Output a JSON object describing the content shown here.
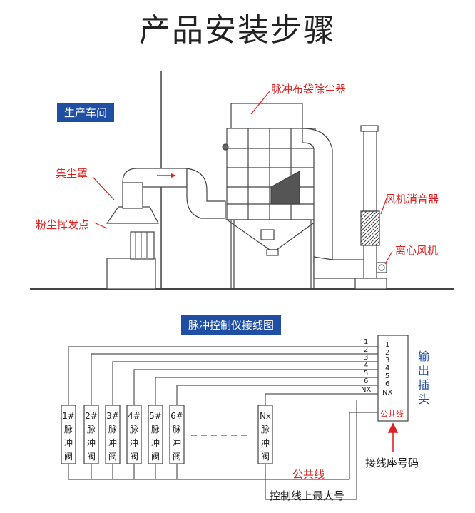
{
  "title": "产品安装步骤",
  "process": {
    "workshop": "生产车间",
    "collector": "脉冲布袋除尘器",
    "hood": "集尘罩",
    "dust_source": "粉尘挥发点",
    "silencer": "风机消音器",
    "fan": "离心风机"
  },
  "wiring": {
    "title": "脉冲控制仪接线图",
    "valves": [
      {
        "num": "1#",
        "name": "脉冲阀"
      },
      {
        "num": "2#",
        "name": "脉冲阀"
      },
      {
        "num": "3#",
        "name": "脉冲阀"
      },
      {
        "num": "4#",
        "name": "脉冲阀"
      },
      {
        "num": "5#",
        "name": "脉冲阀"
      },
      {
        "num": "6#",
        "name": "脉冲阀"
      },
      {
        "num": "Nx",
        "name": "脉冲阀"
      }
    ],
    "wire_labels": [
      "1",
      "2",
      "3",
      "4",
      "5",
      "6",
      "NX"
    ],
    "plug_label": "输出插头",
    "common_terminal": "公共线",
    "common_wire": "公共线",
    "socket_note": "接线座号码",
    "max_note": "控制线上最大号"
  },
  "colors": {
    "accent": "#1f4fa3",
    "callout": "#dd2222",
    "line": "#444444"
  }
}
